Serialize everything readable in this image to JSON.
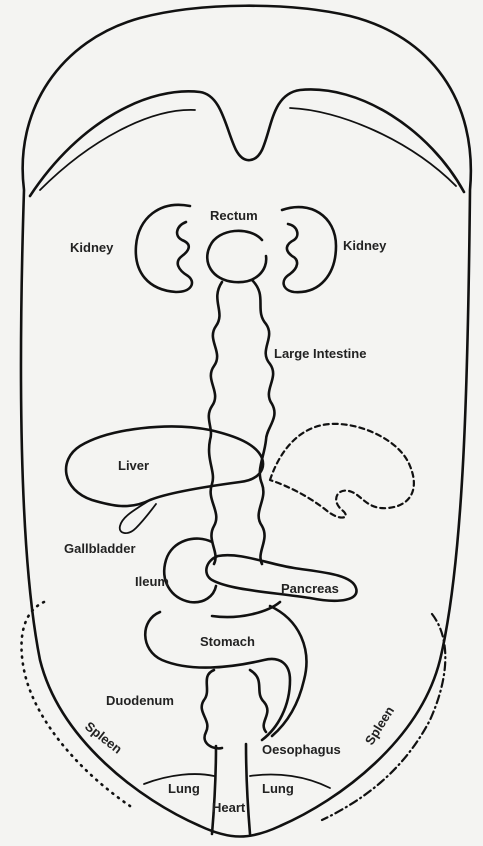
{
  "labels": {
    "rectum": "Rectum",
    "kidney_left": "Kidney",
    "kidney_right": "Kidney",
    "large_intestine": "Large Intestine",
    "liver": "Liver",
    "gallbladder": "Gallbladder",
    "ileum": "Ileum",
    "pancreas": "Pancreas",
    "stomach": "Stomach",
    "duodenum": "Duodenum",
    "spleen_left": "Spleen",
    "spleen_right": "Spleen",
    "oesophagus": "Oesophagus",
    "lung_left": "Lung",
    "lung_right": "Lung",
    "heart": "Heart"
  }
}
